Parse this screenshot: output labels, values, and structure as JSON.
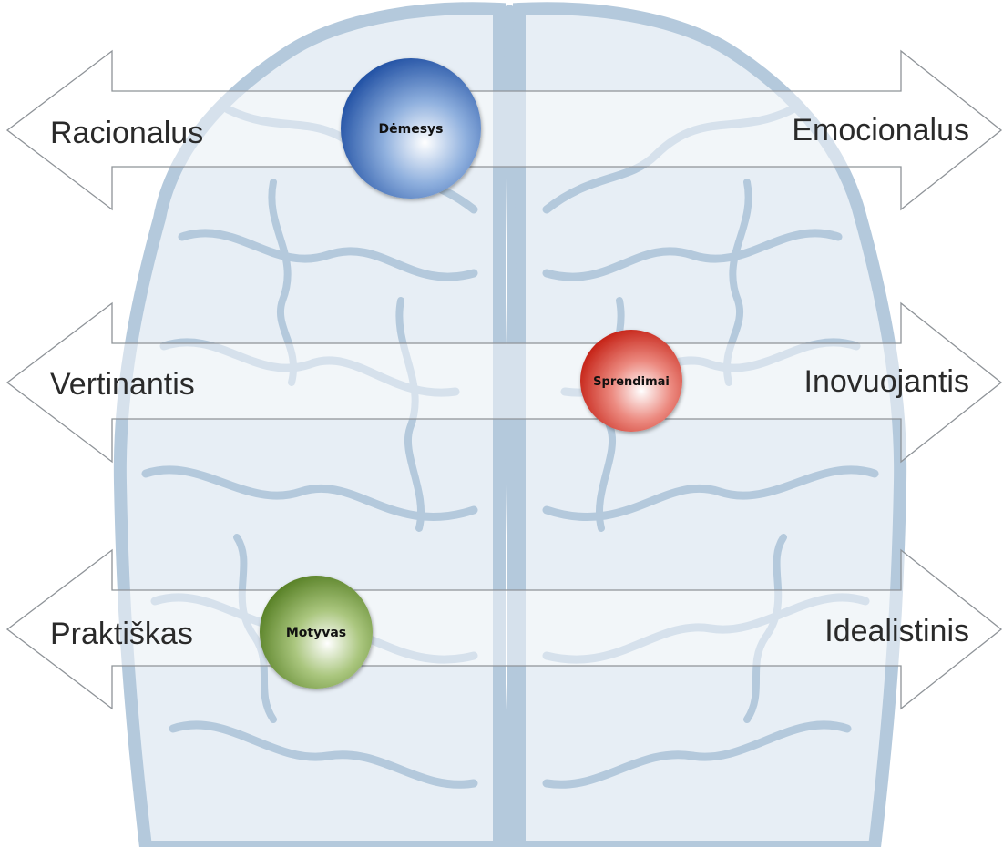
{
  "rows": [
    {
      "left_label": "Racionalus",
      "right_label": "Emocionalus",
      "bubble": {
        "label": "Dėmesys",
        "color": "#2458b0"
      }
    },
    {
      "left_label": "Vertinantis",
      "right_label": "Inovuojantis",
      "bubble": {
        "label": "Sprendimai",
        "color": "#cf2a1d"
      }
    },
    {
      "left_label": "Praktiškas",
      "right_label": "Idealistinis",
      "bubble": {
        "label": "Motyvas",
        "color": "#5f8c2c"
      }
    }
  ],
  "colors": {
    "brain_fill": "#e7eef5",
    "brain_outline": "#b4c9dc",
    "arrow_stroke": "#8e9398"
  },
  "background_icon": "brain-icon"
}
